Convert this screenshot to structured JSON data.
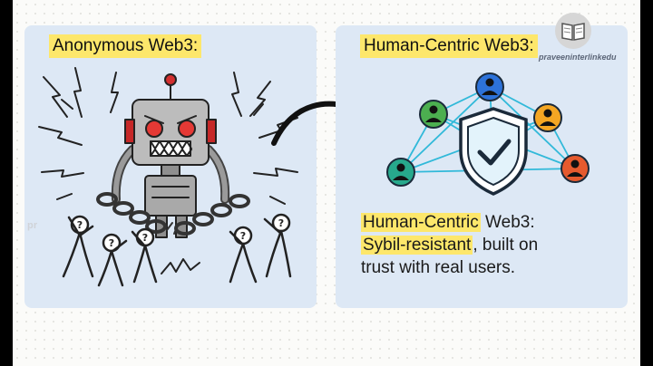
{
  "left_panel": {
    "title": "Anonymous Web3:",
    "watermark": "pr"
  },
  "right_panel": {
    "title": "Human-Centric Web3:",
    "description": {
      "line1_highlight": "Human-Centric",
      "line1_rest": " Web3:",
      "line2_highlight": "Sybil-resistant",
      "line2_rest": ", built on",
      "line3": "trust with real users."
    }
  },
  "brand": {
    "text": "praveeninterlinkedu",
    "icon": "open-book-icon"
  },
  "icons": {
    "robot": "angry-robot-icon",
    "arrow": "curved-arrow-icon",
    "shield": "shield-check-icon",
    "users": "user-node-icon",
    "chains": "broken-chain-icon",
    "people": "confused-person-icon"
  },
  "colors": {
    "panel": "#dde8f5",
    "highlight": "#fde76b",
    "node_blue": "#2d72d9",
    "node_green": "#4caf50",
    "node_orange": "#f4a623",
    "node_red": "#e65a2e",
    "node_teal": "#27a98c",
    "network_lines": "#31b9d9",
    "robot_eyes": "#e53935"
  }
}
